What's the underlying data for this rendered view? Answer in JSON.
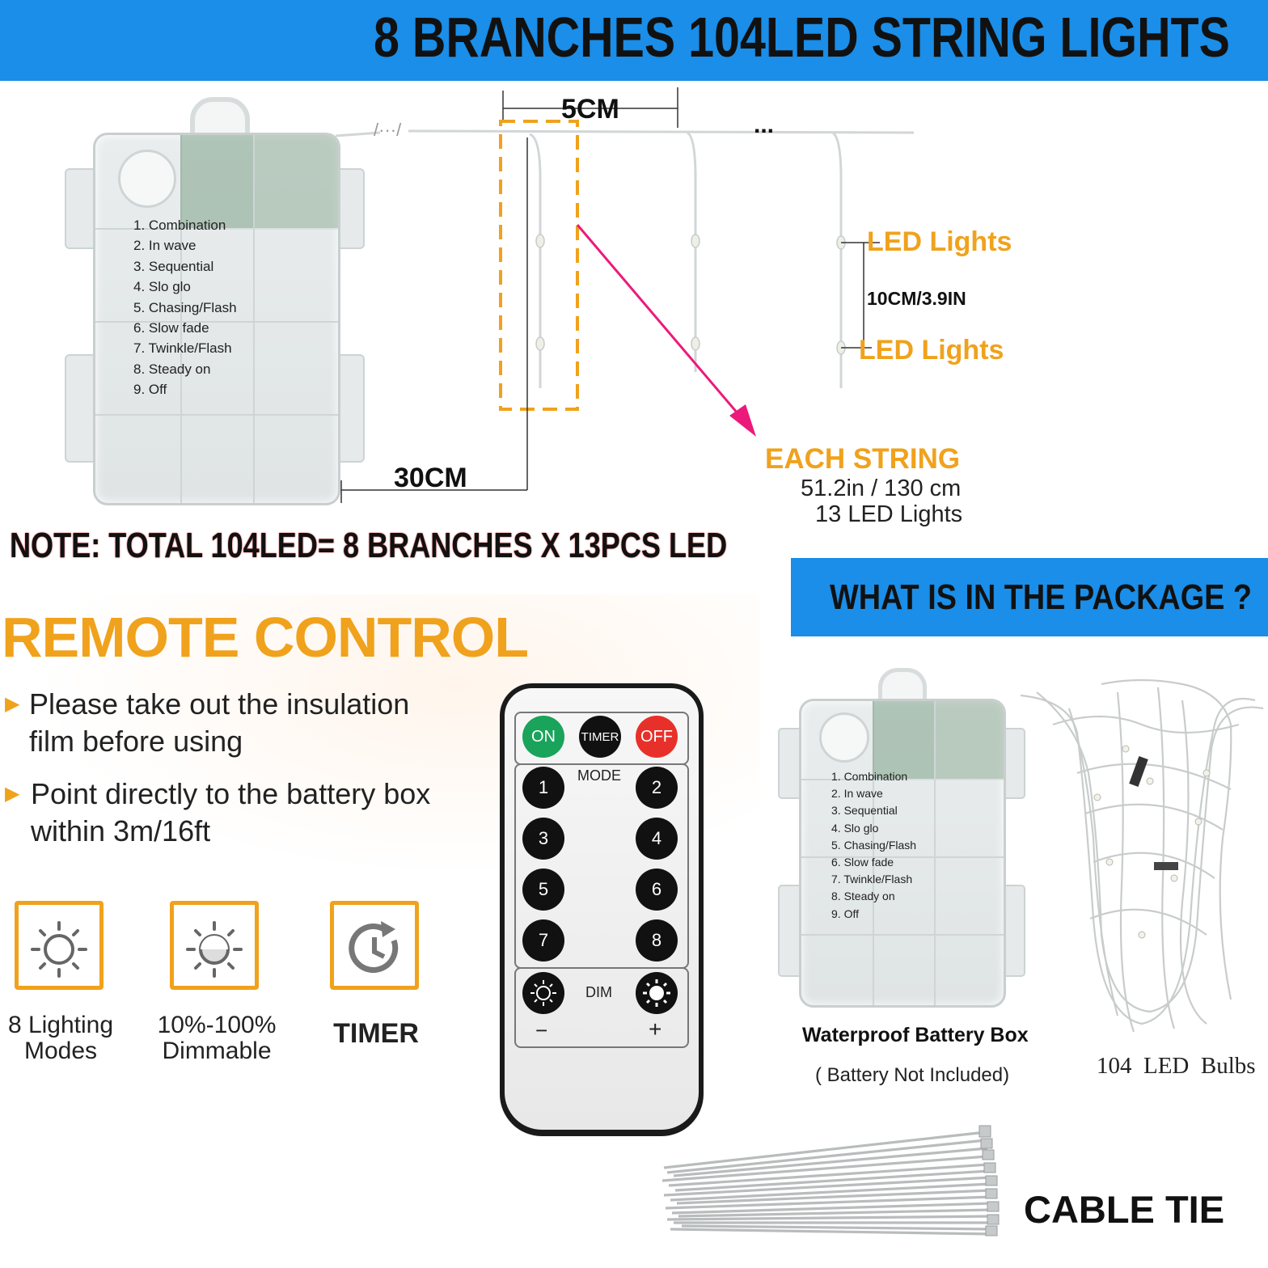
{
  "header": {
    "title": "8 BRANCHES 104LED STRING LIGHTS",
    "bg_color": "#1a8ee8"
  },
  "diagram": {
    "spacing_label": "5CM",
    "lead_label": "30CM",
    "gap_label": "10CM/3.9IN",
    "led_label_top": "LED Lights",
    "led_label_bottom": "LED Lights",
    "ellipsis": "...",
    "wire_break": "/···/",
    "each_string": {
      "title": "EACH STRING",
      "length": "51.2in / 130 cm",
      "count": "13 LED Lights"
    }
  },
  "battery_box_modes": [
    "1. Combination",
    "2. In wave",
    "3. Sequential",
    "4. Slo glo",
    "5. Chasing/Flash",
    "6. Slow fade",
    "7. Twinkle/Flash",
    "8. Steady on",
    "9. Off"
  ],
  "note": "NOTE: TOTAL 104LED= 8 BRANCHES X 13PCS LED",
  "remote_section": {
    "title": "REMOTE CONTROL",
    "bullets": [
      {
        "line1": "Please take out the insulation",
        "line2": "film before using"
      },
      {
        "line1": "Point directly to the battery box",
        "line2": "within 3m/16ft"
      }
    ],
    "features": [
      {
        "icon": "sun-icon",
        "line1": "8 Lighting",
        "line2": "Modes"
      },
      {
        "icon": "dim-sun-icon",
        "line1": "10%-100%",
        "line2": "Dimmable"
      },
      {
        "icon": "clock-timer-icon",
        "line1": "TIMER",
        "line2": ""
      }
    ]
  },
  "remote": {
    "on": "ON",
    "timer": "TIMER",
    "off": "OFF",
    "mode": "MODE",
    "dim": "DIM",
    "minus": "−",
    "plus": "+",
    "numbers": [
      "1",
      "2",
      "3",
      "4",
      "5",
      "6",
      "7",
      "8"
    ],
    "on_color": "#1aa35a",
    "off_color": "#e8302a"
  },
  "package": {
    "title": "WHAT IS IN THE PACKAGE ?",
    "battery_box": "Waterproof Battery Box",
    "battery_note": "( Battery Not Included)",
    "bulbs": "104  LED  Bulbs",
    "cable_tie": "CABLE TIE"
  },
  "accent_color": "#f0a21c",
  "arrow_color": "#ec1a7a"
}
